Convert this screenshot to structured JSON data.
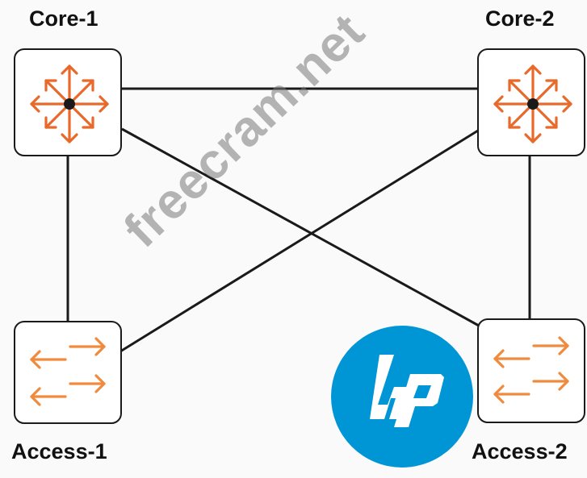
{
  "diagram": {
    "nodes": [
      {
        "id": "core-1",
        "label": "Core-1",
        "type": "router"
      },
      {
        "id": "core-2",
        "label": "Core-2",
        "type": "router"
      },
      {
        "id": "access-1",
        "label": "Access-1",
        "type": "switch"
      },
      {
        "id": "access-2",
        "label": "Access-2",
        "type": "switch"
      }
    ],
    "links": [
      {
        "from": "core-1",
        "to": "core-2"
      },
      {
        "from": "core-1",
        "to": "access-1"
      },
      {
        "from": "core-1",
        "to": "access-2"
      },
      {
        "from": "core-2",
        "to": "access-1"
      },
      {
        "from": "core-2",
        "to": "access-2"
      }
    ]
  },
  "labels": {
    "core1": "Core-1",
    "core2": "Core-2",
    "access1": "Access-1",
    "access2": "Access-2"
  },
  "watermark": "freecram.net",
  "logo": {
    "text": "hp",
    "color": "#0096d6"
  },
  "colors": {
    "icon_orange": "#e8692a",
    "switch_orange": "#f08a3c",
    "link": "#1a1a1a"
  },
  "icons": {
    "core": "router-icon",
    "access": "switch-icon"
  }
}
